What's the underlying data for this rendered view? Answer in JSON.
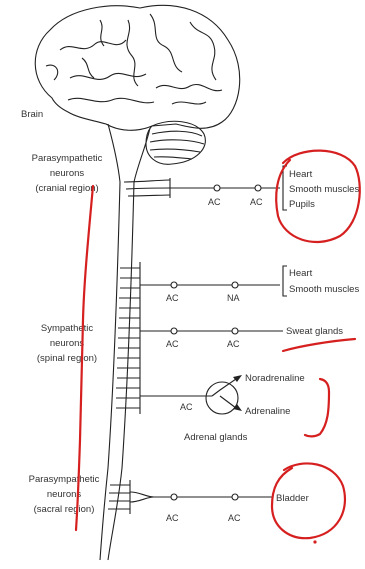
{
  "labels": {
    "brain": "Brain",
    "parasym_cranial": [
      "Parasympathetic",
      "neurons",
      "(cranial region)"
    ],
    "sympathetic": [
      "Sympathetic",
      "neurons",
      "(spinal region)"
    ],
    "parasym_sacral": [
      "Parasympathetic",
      "neurons",
      "(sacral region)"
    ]
  },
  "cranial_pathway": {
    "transmitters": [
      "AC",
      "AC"
    ],
    "targets": [
      "Heart",
      "Smooth muscles",
      "Pupils"
    ]
  },
  "sympathetic_pathways": [
    {
      "transmitters": [
        "AC",
        "NA"
      ],
      "targets": [
        "Heart",
        "Smooth muscles"
      ]
    },
    {
      "transmitters": [
        "AC",
        "AC"
      ],
      "targets": [
        "Sweat glands"
      ]
    }
  ],
  "adrenal_pathway": {
    "transmitter": "AC",
    "outputs": [
      "Noradrenaline",
      "Adrenaline"
    ],
    "gland_label": "Adrenal glands"
  },
  "sacral_pathway": {
    "transmitters": [
      "AC",
      "AC"
    ],
    "targets": [
      "Bladder"
    ]
  },
  "colors": {
    "ink": "#222222",
    "text": "#333333",
    "annotation": "#d62020"
  }
}
